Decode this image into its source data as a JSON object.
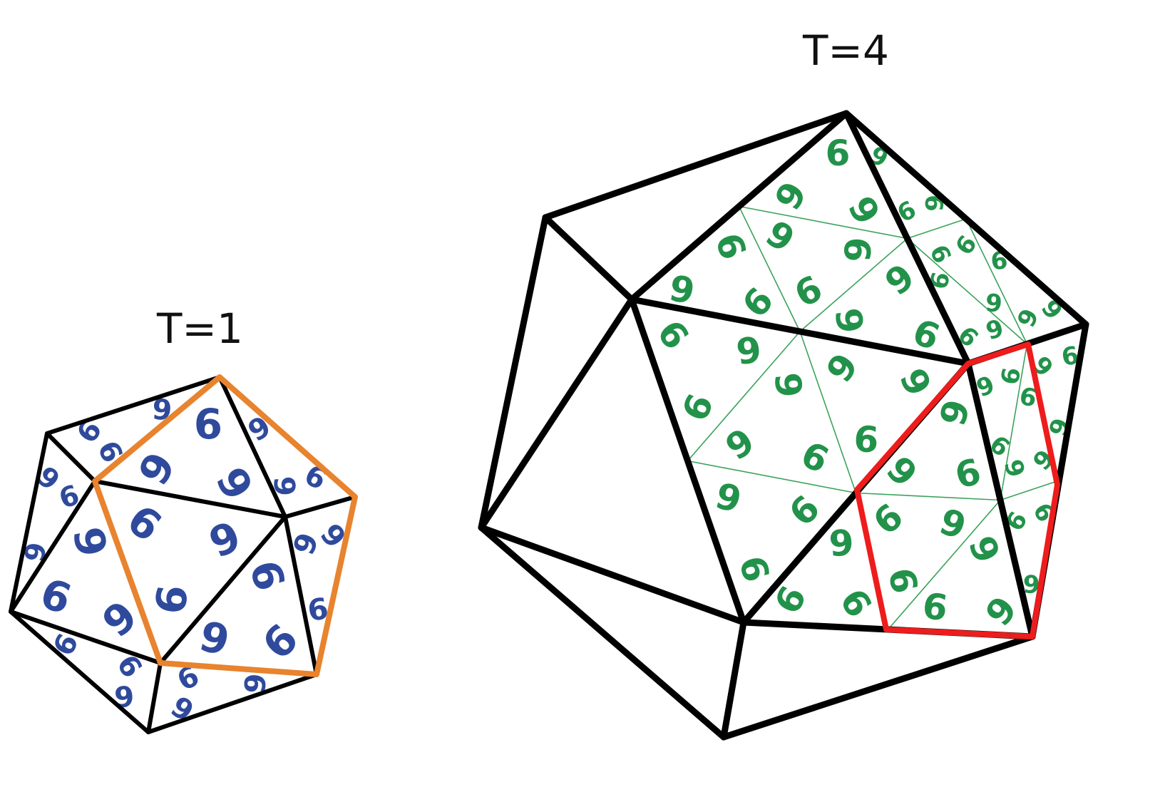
{
  "labels": {
    "t1": "T=1",
    "t4": "T=4"
  },
  "glyph": "6",
  "colors": {
    "edge": "#000000",
    "t1_glyph": "#2f4a9c",
    "t4_glyph": "#22924a",
    "t1_highlight": "#e8832e",
    "t4_highlight": "#ee1c1c",
    "subdivision": "#3aa35c"
  }
}
